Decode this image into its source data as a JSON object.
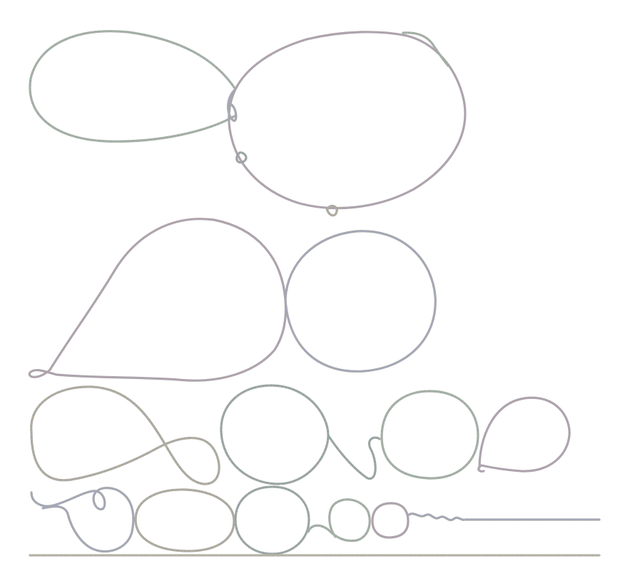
{
  "figure": {
    "description_free": true,
    "colors": {
      "background": "#ffffff",
      "strand_base": "#a7a7a7",
      "strand_speckles": [
        "#9fb8a3",
        "#b79fb5",
        "#a3a9c2",
        "#b6ae98",
        "#8fa6a0"
      ],
      "baseline": "#b5b5b5"
    },
    "rows": [
      {
        "row": 1,
        "loops": 2
      },
      {
        "row": 2,
        "loops": 2
      },
      {
        "row": 3,
        "loops": 6
      },
      {
        "row": 4,
        "loops": 7,
        "tail": "straight"
      }
    ]
  }
}
